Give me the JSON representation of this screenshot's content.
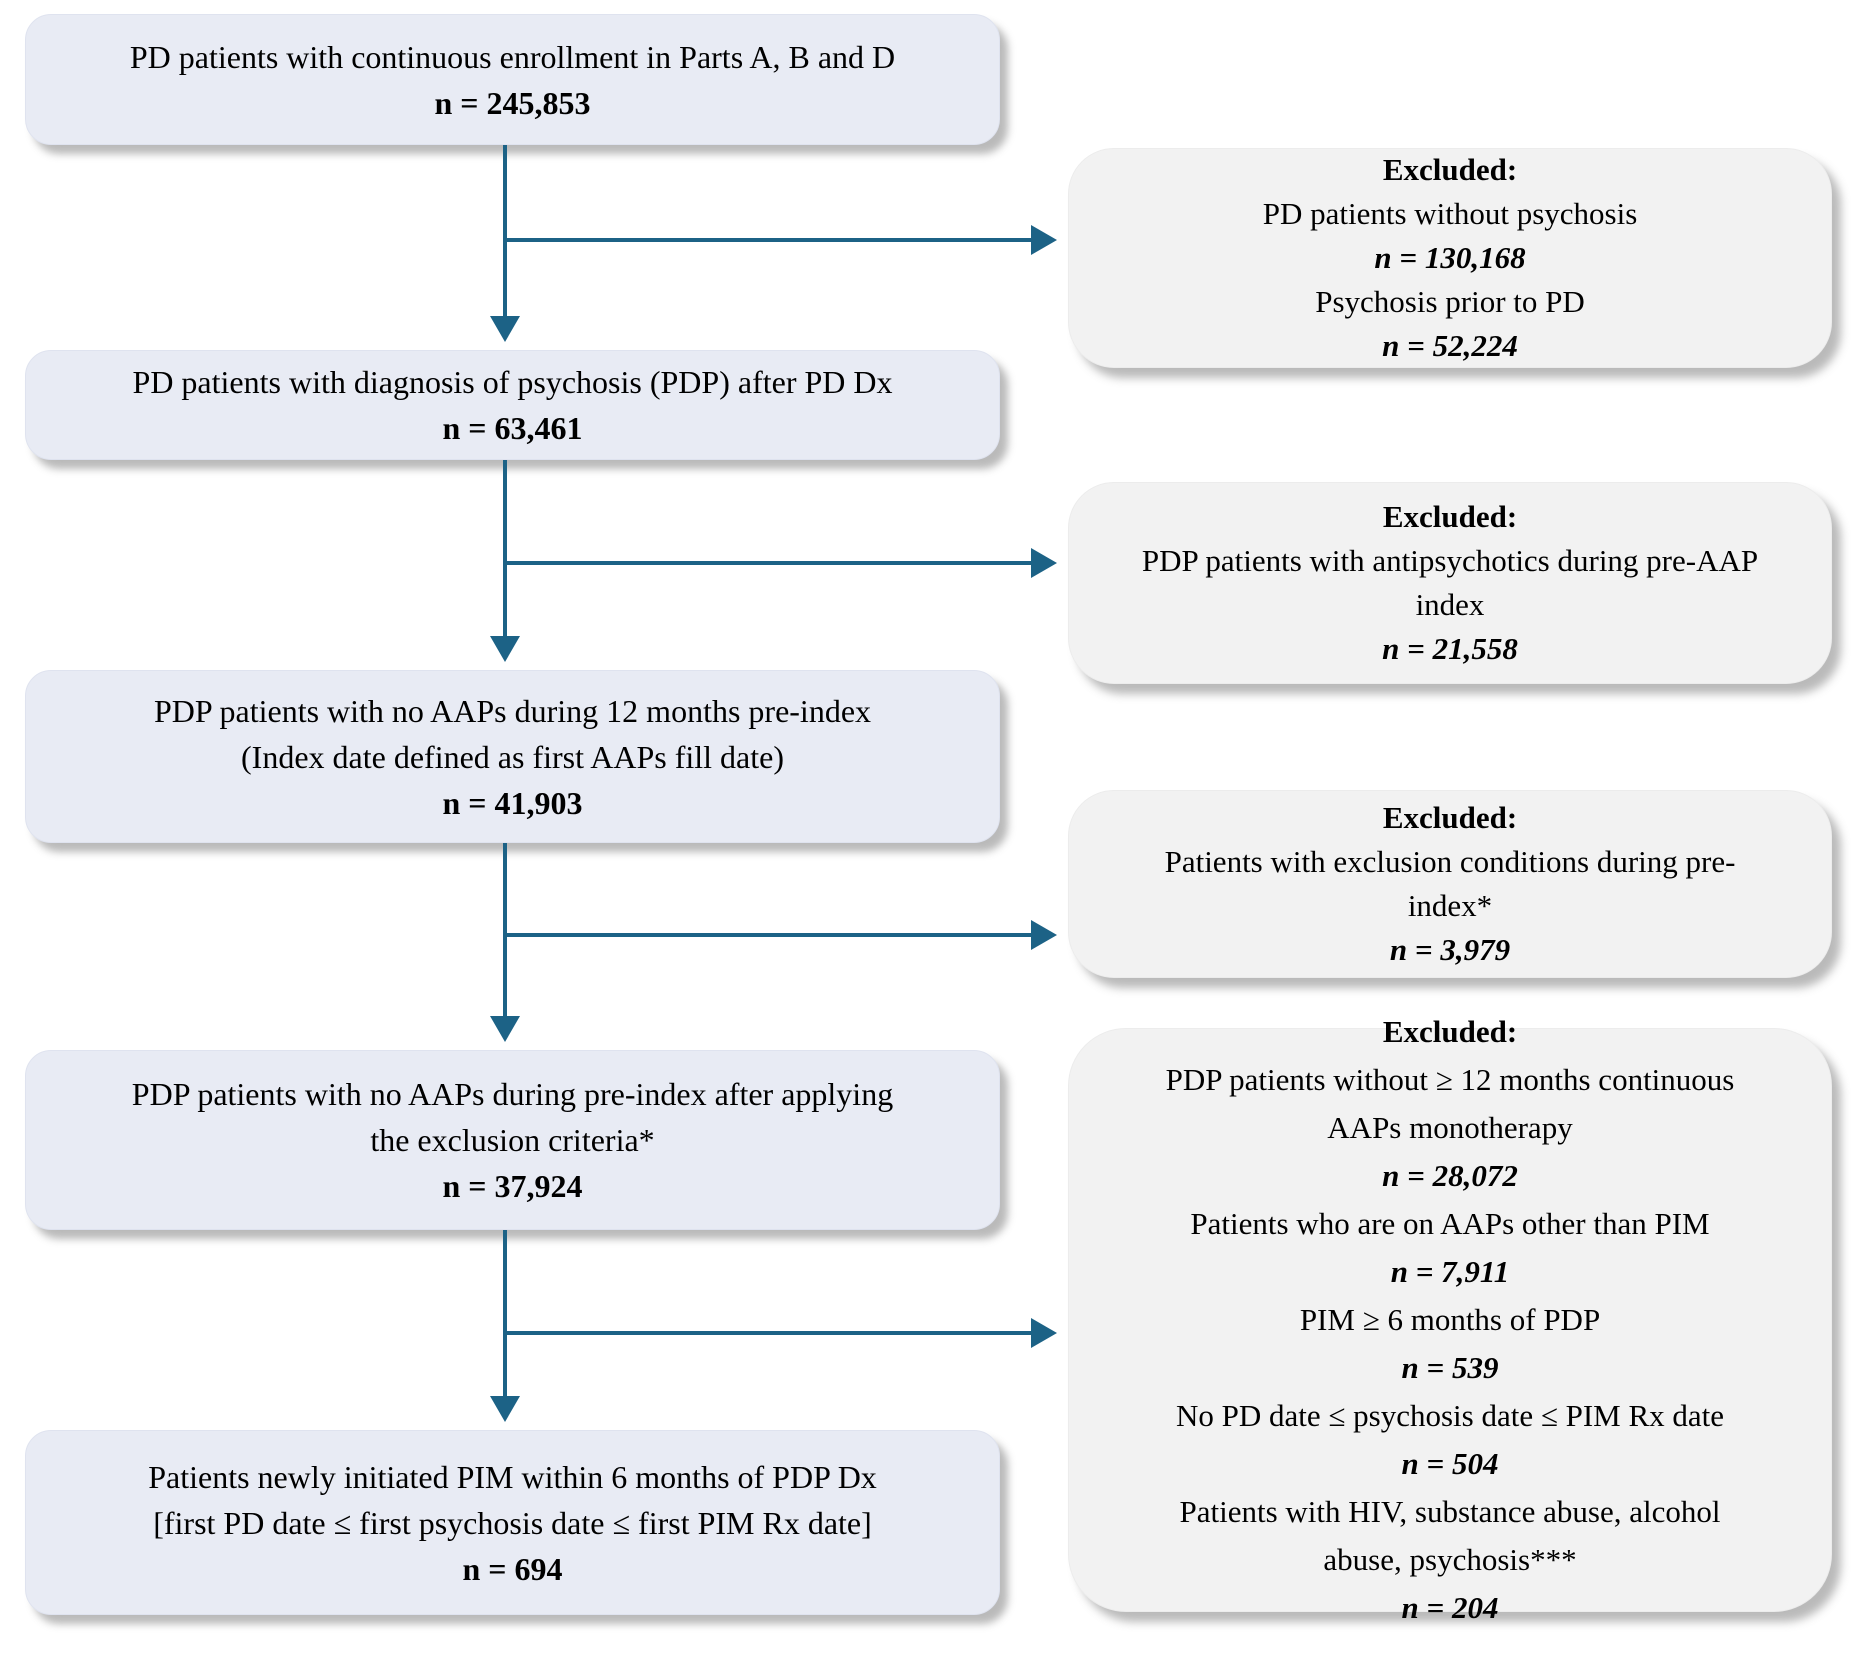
{
  "colors": {
    "arrow": "#1c6286",
    "main_box_fill": "#e8ebf4",
    "excluded_box_fill": "#f2f2f2"
  },
  "main_boxes": [
    {
      "text_lines": [
        "PD patients with continuous enrollment in Parts A, B and D"
      ],
      "n_value": "n = 245,853"
    },
    {
      "text_lines": [
        "PD patients with diagnosis of psychosis (PDP) after PD Dx"
      ],
      "n_value": "n = 63,461"
    },
    {
      "text_lines": [
        "PDP patients with no AAPs during 12 months pre-index",
        "(Index date defined as first AAPs fill date)"
      ],
      "n_value": "n = 41,903"
    },
    {
      "text_lines": [
        "PDP patients with no AAPs during pre-index after applying",
        "the exclusion criteria*"
      ],
      "n_value": "n = 37,924"
    },
    {
      "text_lines": [
        "Patients newly initiated PIM within 6 months of PDP Dx",
        "[first PD date ≤ first psychosis date ≤ first PIM Rx date]"
      ],
      "n_value": "n = 694"
    }
  ],
  "excluded_boxes": [
    {
      "title": "Excluded:",
      "entries": [
        {
          "label_lines": [
            "PD patients without psychosis"
          ],
          "n_value": "n = 130,168"
        },
        {
          "label_lines": [
            "Psychosis prior to PD"
          ],
          "n_value": "n = 52,224"
        }
      ]
    },
    {
      "title": "Excluded:",
      "entries": [
        {
          "label_lines": [
            "PDP patients with antipsychotics during pre-AAP",
            "index"
          ],
          "n_value": "n = 21,558"
        }
      ]
    },
    {
      "title": "Excluded:",
      "entries": [
        {
          "label_lines": [
            "Patients with exclusion conditions during pre-",
            "index*"
          ],
          "n_value": "n = 3,979"
        }
      ]
    },
    {
      "title": "Excluded:",
      "entries": [
        {
          "label_lines": [
            "PDP patients without ≥ 12 months continuous",
            "AAPs monotherapy"
          ],
          "n_value": "n = 28,072"
        },
        {
          "label_lines": [
            "Patients who are on AAPs other than PIM"
          ],
          "n_value": "n = 7,911"
        },
        {
          "label_lines": [
            "PIM ≥ 6 months of PDP"
          ],
          "n_value": "n = 539"
        },
        {
          "label_lines": [
            "No PD date ≤ psychosis date ≤ PIM Rx date"
          ],
          "n_value": "n = 504"
        },
        {
          "label_lines": [
            "Patients with HIV, substance abuse, alcohol",
            "abuse, psychosis***"
          ],
          "n_value": "n = 204"
        }
      ]
    }
  ]
}
